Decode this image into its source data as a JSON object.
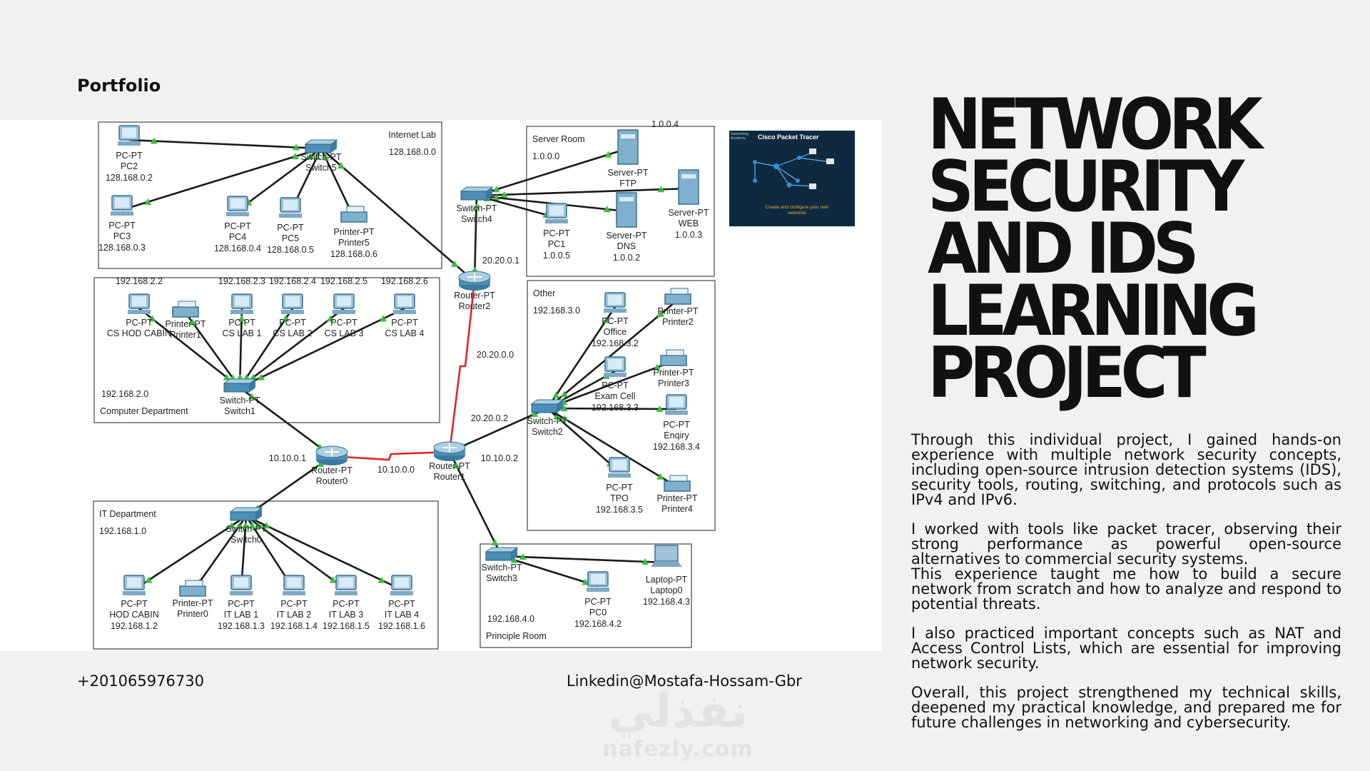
{
  "header": {
    "label": "Portfolio"
  },
  "footer": {
    "phone": "+201065976730",
    "linkedin": "Linkedin@Mostafa-Hossam-Gbr"
  },
  "watermark": {
    "arabic": "نفذلي",
    "latin": "nafezly.com"
  },
  "thumbnail": {
    "brand": "Networking Academy",
    "title": "Cisco Packet Tracer",
    "caption": "Create and configure your own networks"
  },
  "headline": [
    "NETWORK",
    "SECURITY",
    "AND IDS",
    "LEARNING",
    "PROJECT"
  ],
  "paragraphs": [
    "Through this individual project, I gained hands-on experience with multiple network security concepts, including open-source intrusion detection systems (IDS), security tools, routing, switching, and protocols such as IPv4 and IPv6.",
    "I worked with tools like packet tracer, observing their strong performance as powerful open-source alternatives to commercial security systems.",
    "This experience taught me how to build a secure network from scratch and how to analyze and respond to potential threats.",
    "I also practiced important concepts such as NAT and Access Control Lists, which are essential for improving network security.",
    "Overall, this project strengthened my technical skills, deepened my practical knowledge, and prepared me for future challenges in networking and cybersecurity."
  ],
  "diagram": {
    "zones": {
      "internet_lab": {
        "title": "Internet Lab",
        "subnet": "128.168.0.0"
      },
      "server_room": {
        "title": "Server Room",
        "subnet": "1.0.0.0"
      },
      "computer_dept": {
        "title": "Computer Department",
        "subnet": "192.168.2.0"
      },
      "other": {
        "title": "Other",
        "subnet": "192.168.3.0"
      },
      "it_dept": {
        "title": "IT Department",
        "subnet": "192.168.1.0"
      },
      "principle_room": {
        "title": "Principle Room",
        "subnet": "192.168.4.0"
      }
    },
    "links": {
      "r2_sw4": "20.20.0.1",
      "r2_r1": "20.20.0.0",
      "r1_sw2": "20.20.0.2",
      "r0_if": "10.10.0.1",
      "r0_r1": "10.10.0.0",
      "r1_if": "10.10.0.2"
    },
    "devices": {
      "pc2": {
        "type": "PC-PT",
        "name": "PC2",
        "ip": "128.168.0.2"
      },
      "pc3": {
        "type": "PC-PT",
        "name": "PC3",
        "ip": "128.168.0.3"
      },
      "pc4": {
        "type": "PC-PT",
        "name": "PC4",
        "ip": "128.168.0.4"
      },
      "pc5": {
        "type": "PC-PT",
        "name": "PC5",
        "ip": "128.168.0.5"
      },
      "printer5": {
        "type": "Printer-PT",
        "name": "Printer5",
        "ip": "128.168.0.6"
      },
      "switch5": {
        "type": "Switch-PT",
        "name": "Switch5"
      },
      "switch4": {
        "type": "Switch-PT",
        "name": "Switch4"
      },
      "router2": {
        "type": "Router-PT",
        "name": "Router2"
      },
      "ftp": {
        "type": "Server-PT",
        "name": "FTP",
        "ip": "1.0.0.4"
      },
      "web": {
        "type": "Server-PT",
        "name": "WEB",
        "ip": "1.0.0.3"
      },
      "dns": {
        "type": "Server-PT",
        "name": "DNS",
        "ip": "1.0.0.2"
      },
      "pc1": {
        "type": "PC-PT",
        "name": "PC1",
        "ip": "1.0.0.5"
      },
      "cs_hod": {
        "type": "PC-PT",
        "name": "CS HOD CABIN",
        "ip": "192.168.2.2"
      },
      "printer1": {
        "type": "Printer-PT",
        "name": "Printer1"
      },
      "cs_lab1": {
        "type": "PC-PT",
        "name": "CS LAB 1",
        "ip": "192.168.2.3"
      },
      "cs_lab2": {
        "type": "PC-PT",
        "name": "CS LAB 2",
        "ip": "192.168.2.4"
      },
      "cs_lab3": {
        "type": "PC-PT",
        "name": "CS LAB 3",
        "ip": "192.168.2.5"
      },
      "cs_lab4": {
        "type": "PC-PT",
        "name": "CS LAB 4",
        "ip": "192.168.2.6"
      },
      "switch1": {
        "type": "Switch-PT",
        "name": "Switch1"
      },
      "office": {
        "type": "PC-PT",
        "name": "Office",
        "ip": "192.168.3.2"
      },
      "printer2": {
        "type": "Printer-PT",
        "name": "Printer2"
      },
      "exam_cell": {
        "type": "PC-PT",
        "name": "Exam Cell",
        "ip": "192.168.3.3"
      },
      "printer3": {
        "type": "Printer-PT",
        "name": "Printer3"
      },
      "enqiry": {
        "type": "PC-PT",
        "name": "Enqiry",
        "ip": "192.168.3.4"
      },
      "tpo": {
        "type": "PC-PT",
        "name": "TPO",
        "ip": "192.168.3.5"
      },
      "printer4": {
        "type": "Printer-PT",
        "name": "Printer4"
      },
      "switch2": {
        "type": "Switch-PT",
        "name": "Switch2"
      },
      "router0": {
        "type": "Router-PT",
        "name": "Router0"
      },
      "router1": {
        "type": "Router-PT",
        "name": "Router1"
      },
      "switch0": {
        "type": "Switch-PT",
        "name": "Switch0"
      },
      "hod_cabin": {
        "type": "PC-PT",
        "name": "HOD CABIN",
        "ip": "192.168.1.2"
      },
      "printer0": {
        "type": "Printer-PT",
        "name": "Printer0"
      },
      "it_lab1": {
        "type": "PC-PT",
        "name": "IT LAB 1",
        "ip": "192.168.1.3"
      },
      "it_lab2": {
        "type": "PC-PT",
        "name": "IT LAB 2",
        "ip": "192.168.1.4"
      },
      "it_lab3": {
        "type": "PC-PT",
        "name": "IT LAB 3",
        "ip": "192.168.1.5"
      },
      "it_lab4": {
        "type": "PC-PT",
        "name": "IT LAB 4",
        "ip": "192.168.1.6"
      },
      "switch3": {
        "type": "Switch-PT",
        "name": "Switch3"
      },
      "pc0": {
        "type": "PC-PT",
        "name": "PC0",
        "ip": "192.168.4.2"
      },
      "laptop0": {
        "type": "Laptop-PT",
        "name": "Laptop0",
        "ip": "192.168.4.3"
      }
    }
  }
}
